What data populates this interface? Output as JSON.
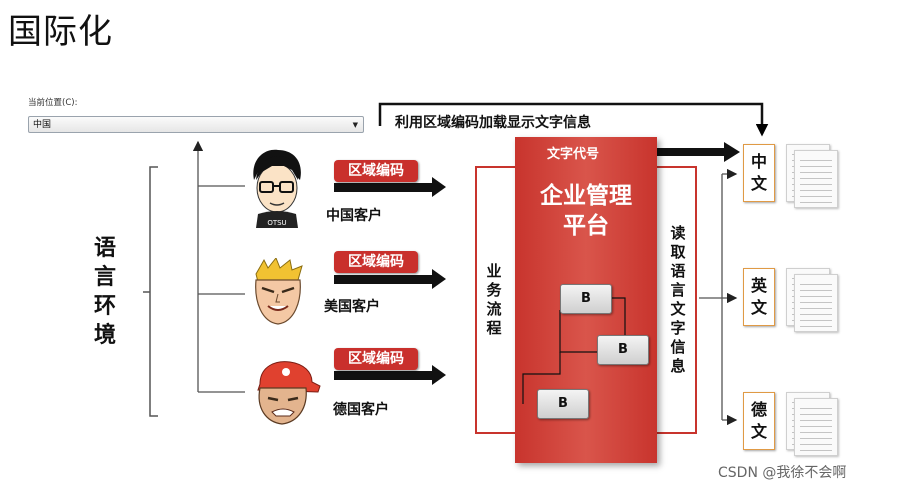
{
  "page": {
    "title": "国际化"
  },
  "location": {
    "label": "当前位置(C):",
    "value": "中国"
  },
  "env_label": "语言环境",
  "customers": [
    {
      "name": "中国客户",
      "region_label": "区域编码"
    },
    {
      "name": "美国客户",
      "region_label": "区域编码"
    },
    {
      "name": "德国客户",
      "region_label": "区域编码"
    }
  ],
  "top_arrow_label": "利用区域编码加载显示文字信息",
  "platform": {
    "title": "企业管理平台",
    "text_code": "文字代号",
    "business_flow": "业务流程",
    "read_text": "读取语言文字信息"
  },
  "b_boxes": [
    "B",
    "B",
    "B"
  ],
  "languages": [
    "中文",
    "英文",
    "德文"
  ],
  "watermark": "CSDN @我徐不会啊"
}
